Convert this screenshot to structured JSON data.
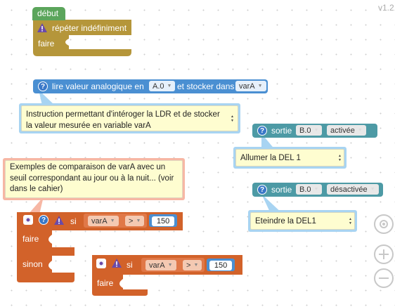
{
  "version": "v1.2",
  "start_block": {
    "hat_label": "début",
    "repeat_label": "répéter indéfiniment",
    "do_label": "faire"
  },
  "analog_block": {
    "prefix": "lire valeur analogique en",
    "pin": "A.0",
    "middle": "et stocker dans",
    "variable": "varA",
    "comment": "Instruction permettant d'intéroger la LDR et de stocker la valeur mesurée en variable varA"
  },
  "output_on": {
    "label": "sortie",
    "pin": "B.0",
    "state": "activée",
    "comment": "Allumer la DEL 1"
  },
  "output_off": {
    "label": "sortie",
    "pin": "B.0",
    "state": "désactivée",
    "comment": "Eteindre la DEL1"
  },
  "if_comment": "Exemples de comparaison de varA avec un seuil correspondant au jour ou à la nuit... (voir dans le cahier)",
  "if_block": {
    "if_label": "si",
    "variable": "varA",
    "operator": ">",
    "value": "150",
    "do_label": "faire",
    "else_label": "sinon"
  },
  "inner_if": {
    "if_label": "si",
    "variable": "varA",
    "operator": ">",
    "value": "150",
    "do_label": "faire"
  },
  "colors": {
    "green": "#5ba55b",
    "gold": "#b5963a",
    "blue": "#4a8fd2",
    "teal": "#4d9aa5",
    "orange": "#d2622a",
    "comment_bg": "#fefdd0"
  }
}
